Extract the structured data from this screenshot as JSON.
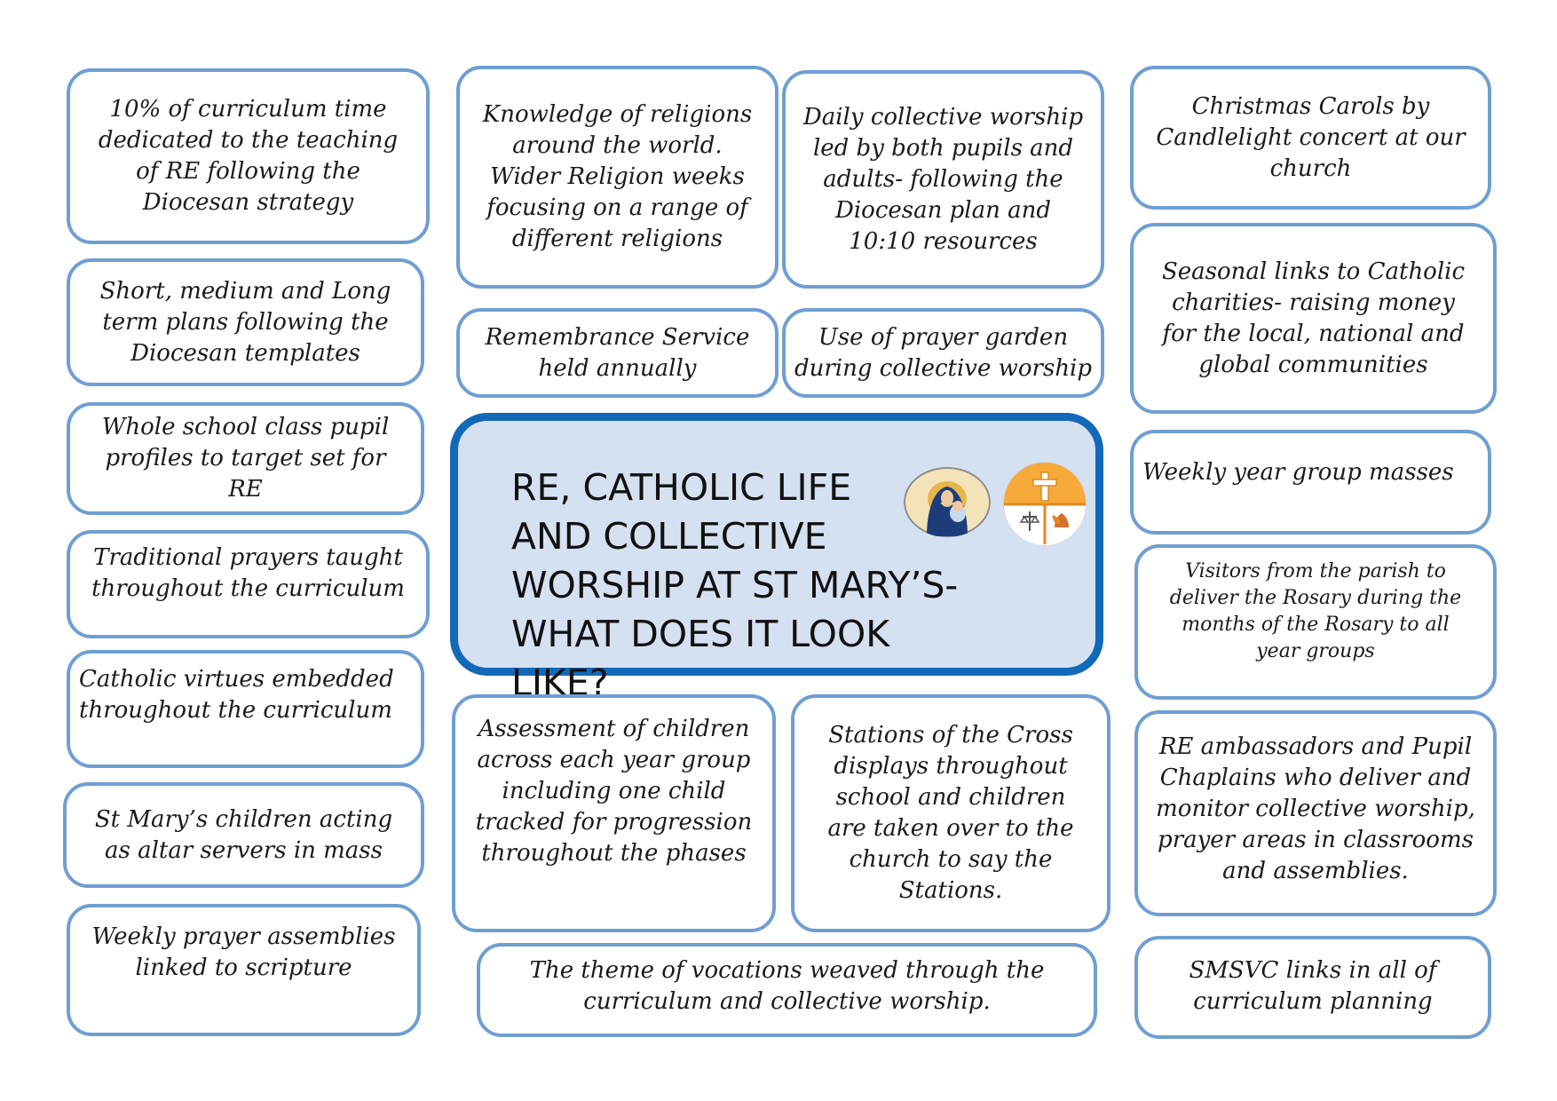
{
  "title": "RE, CATHOLIC LIFE\nAND COLLECTIVE\nWORSHIP AT ST MARY’S-\nWHAT DOES IT LOOK LIKE?",
  "logos": {
    "left": "madonna-and-child-logo",
    "right": "cross-and-scales-logo"
  },
  "accent_colors": {
    "box_border": "#6f9ed3",
    "center_border": "#1269b8",
    "center_fill": "#d5e1f1"
  },
  "left_column": [
    "10% of curriculum time\ndedicated to the teaching\nof RE following the\nDiocesan strategy",
    "Short, medium and Long\nterm plans following the\nDiocesan templates",
    "Whole school class pupil\nprofiles to target set for RE",
    "Traditional prayers taught\nthroughout the curriculum",
    "Catholic virtues embedded\nthroughout the curriculum",
    "St Mary’s children acting\nas altar servers in mass",
    "Weekly prayer assemblies\nlinked to scripture"
  ],
  "middle_top": [
    "Knowledge of religions\naround the world.\nWider Religion weeks\nfocusing on a range of\ndifferent religions",
    "Daily collective worship\nled by both pupils and\nadults- following the\nDiocesan plan and\n10:10 resources",
    "Remembrance Service\nheld annually",
    "Use of prayer garden\nduring collective worship"
  ],
  "middle_bottom": [
    "Assessment of children\nacross each year group\nincluding one child\ntracked for progression\nthroughout the phases",
    "Stations of the Cross\ndisplays throughout\nschool and children\nare taken over to the\nchurch to say the\nStations.",
    "The theme of vocations weaved through the\ncurriculum and collective worship."
  ],
  "right_column": [
    "Christmas Carols by\nCandlelight concert at our\nchurch",
    "Seasonal links to Catholic\ncharities- raising money\nfor the local, national and\nglobal communities",
    "Weekly year group masses",
    "Visitors from the parish to\ndeliver the Rosary during the\nmonths of the Rosary to all\nyear groups",
    "RE ambassadors and Pupil\nChaplains who deliver and\nmonitor collective worship,\nprayer areas in classrooms\nand assemblies.",
    "SMSVC links in all of\ncurriculum planning"
  ]
}
